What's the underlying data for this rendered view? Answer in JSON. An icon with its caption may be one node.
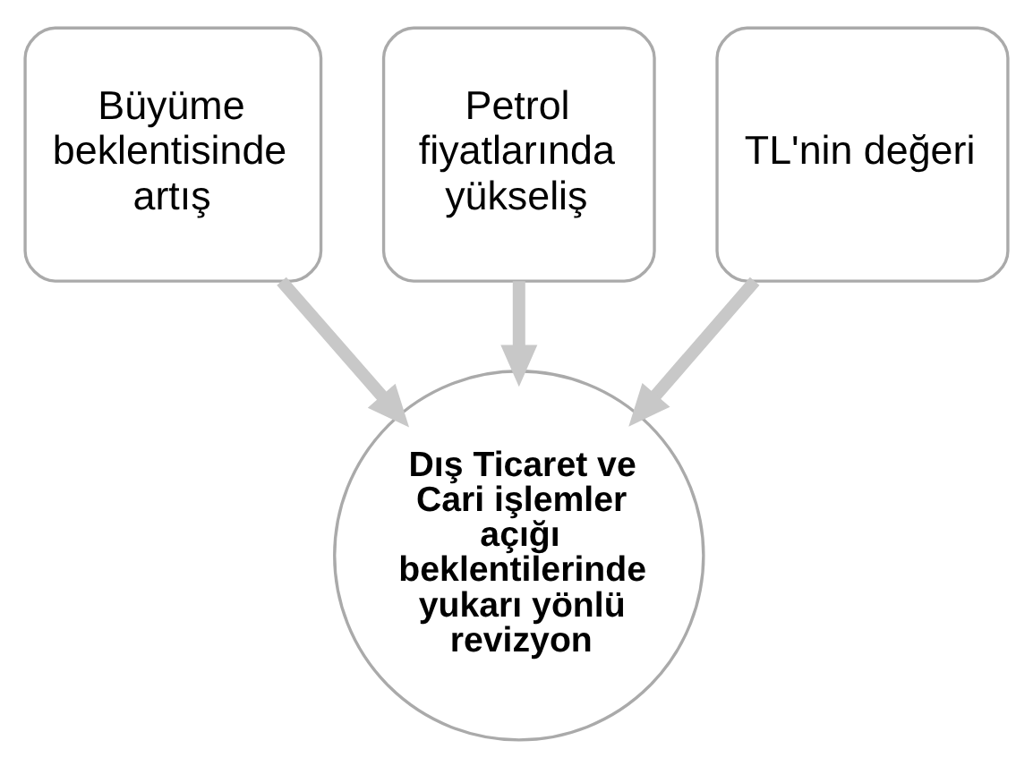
{
  "diagram": {
    "nodes": [
      {
        "text": [
          "Büyüme beklentisinde artış"
        ]
      },
      {
        "text": [
          "Petrol fiyatlarında yükseliş"
        ]
      },
      {
        "text": [
          "TL'nin değeri"
        ]
      },
      {
        "text": [
          "Dış Ticaret ve Cari işlemler açığı beklentilerinde yukarı yönlü revizyon"
        ]
      }
    ],
    "edges": [
      {
        "from": 0,
        "to": 3,
        "arrow": "to"
      },
      {
        "from": 1,
        "to": 3,
        "arrow": "to"
      },
      {
        "from": 2,
        "to": 3,
        "arrow": "to"
      }
    ]
  }
}
